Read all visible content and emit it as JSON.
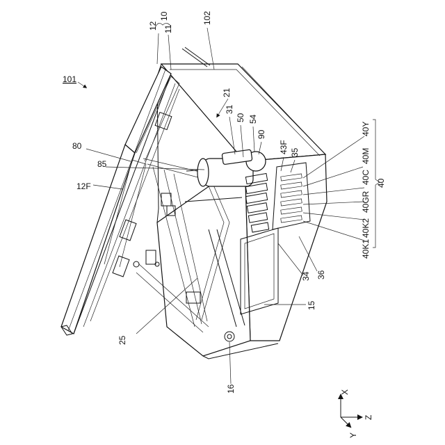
{
  "figure": {
    "ref_101": "101",
    "labels": {
      "l12": "12",
      "l10": "10",
      "l11": "11",
      "l102": "102",
      "l21": "21",
      "l31": "31",
      "l50": "50",
      "l54": "54",
      "l90": "90",
      "l43F": "43F",
      "l35": "35",
      "l80": "80",
      "l85": "85",
      "l12F": "12F",
      "l25": "25",
      "l16": "16",
      "l15": "15",
      "l34": "34",
      "l36": "36",
      "l40": "40"
    },
    "cartridge_labels": [
      "40K1",
      "40K2",
      "40GR",
      "40C",
      "40M",
      "40Y"
    ],
    "axes": {
      "x": "X",
      "y": "Y",
      "z": "Z"
    }
  }
}
